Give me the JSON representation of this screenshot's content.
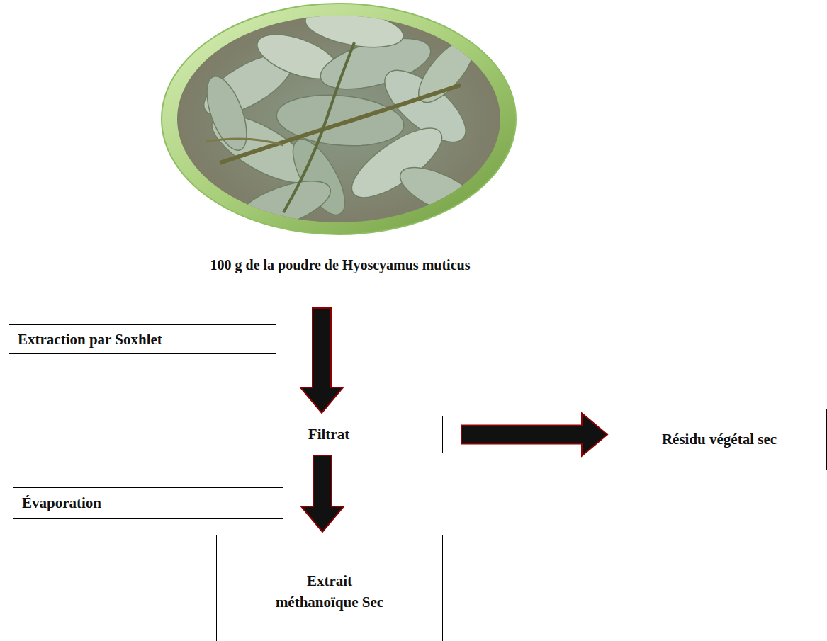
{
  "diagram": {
    "nodes": [
      {
        "text": [
          "100 g de la poudre de Hyoscyamus muticus"
        ]
      },
      {
        "text": [
          "Extraction par Soxhlet"
        ]
      },
      {
        "text": [
          "Filtrat"
        ]
      },
      {
        "text": [
          "Résidu végétal sec"
        ]
      },
      {
        "text": [
          "Évaporation"
        ]
      },
      {
        "text": [
          "Extrait méthanoïque Sec"
        ]
      }
    ],
    "edges": [
      {
        "from": 0,
        "to": 2,
        "arrow": "to"
      },
      {
        "from": 2,
        "to": 3,
        "arrow": "to"
      },
      {
        "from": 2,
        "to": 5,
        "arrow": "to"
      }
    ]
  }
}
